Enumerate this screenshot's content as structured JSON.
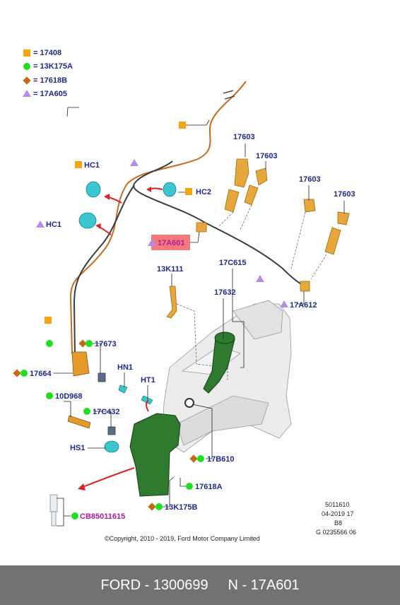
{
  "legend": [
    {
      "symbol": "square",
      "label": "= 17408"
    },
    {
      "symbol": "circle",
      "label": "= 13K175A"
    },
    {
      "symbol": "diamond",
      "label": "= 17618B"
    },
    {
      "symbol": "triangle",
      "label": "= 17A605"
    }
  ],
  "symbol_colors": {
    "square": "#f2a60c",
    "circle": "#1de11f",
    "diamond": "#c46a17",
    "triangle": "#b88be4"
  },
  "part_labels": {
    "p17603_a": "17603",
    "p17603_b": "17603",
    "p17603_c": "17603",
    "p17603_d": "17603",
    "hc1_top": "HC1",
    "hc2": "HC2",
    "hc1_mid": "HC1",
    "p17a601": "17A601",
    "p13k111": "13K111",
    "p17c615": "17C615",
    "p17632": "17632",
    "p17a612": "17A612",
    "p17673": "17673",
    "p17664": "17664",
    "hn1": "HN1",
    "ht1": "HT1",
    "p10d968": "10D968",
    "p17c432": "17C432",
    "hs1": "HS1",
    "p17b610": "17B610",
    "p17618a": "17618A",
    "p13k175b": "13K175B",
    "cb": "CB85011615"
  },
  "highlighted_part": "17A601",
  "highlight_color": "#f27a7a",
  "info_block": {
    "line1": "5011610",
    "line2": "04-2019 17",
    "line3": "B8",
    "line4": "G 0235566 06"
  },
  "copyright": "©Copyright, 2010 - 2019, Ford Motor Company Limited",
  "footer": {
    "text": "FORD - 1300699     N - 17A601",
    "background": "#727272"
  }
}
